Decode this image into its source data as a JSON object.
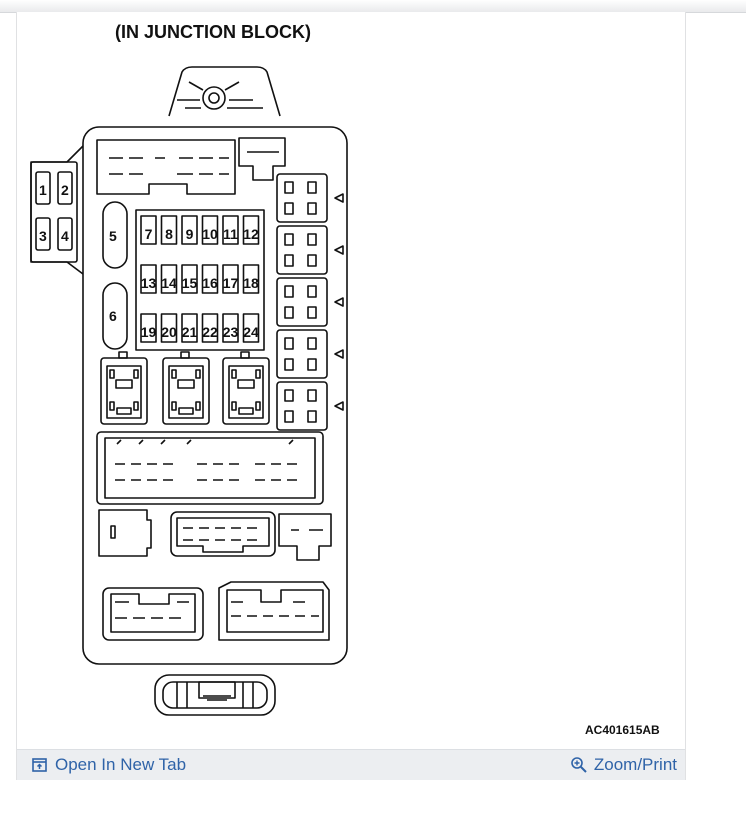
{
  "figure": {
    "title": "(IN JUNCTION BLOCK)",
    "code": "AC401615AB",
    "fuse_numbers": [
      "1",
      "2",
      "3",
      "4",
      "5",
      "6",
      "7",
      "8",
      "9",
      "10",
      "11",
      "12",
      "13",
      "14",
      "15",
      "16",
      "17",
      "18",
      "19",
      "20",
      "21",
      "22",
      "23",
      "24"
    ]
  },
  "footer": {
    "open_tab_label": "Open In New Tab",
    "zoom_label": "Zoom/Print",
    "open_tab_icon": "open-new-tab-icon",
    "zoom_icon": "magnifier-plus-icon",
    "link_color": "#2f63a8"
  }
}
